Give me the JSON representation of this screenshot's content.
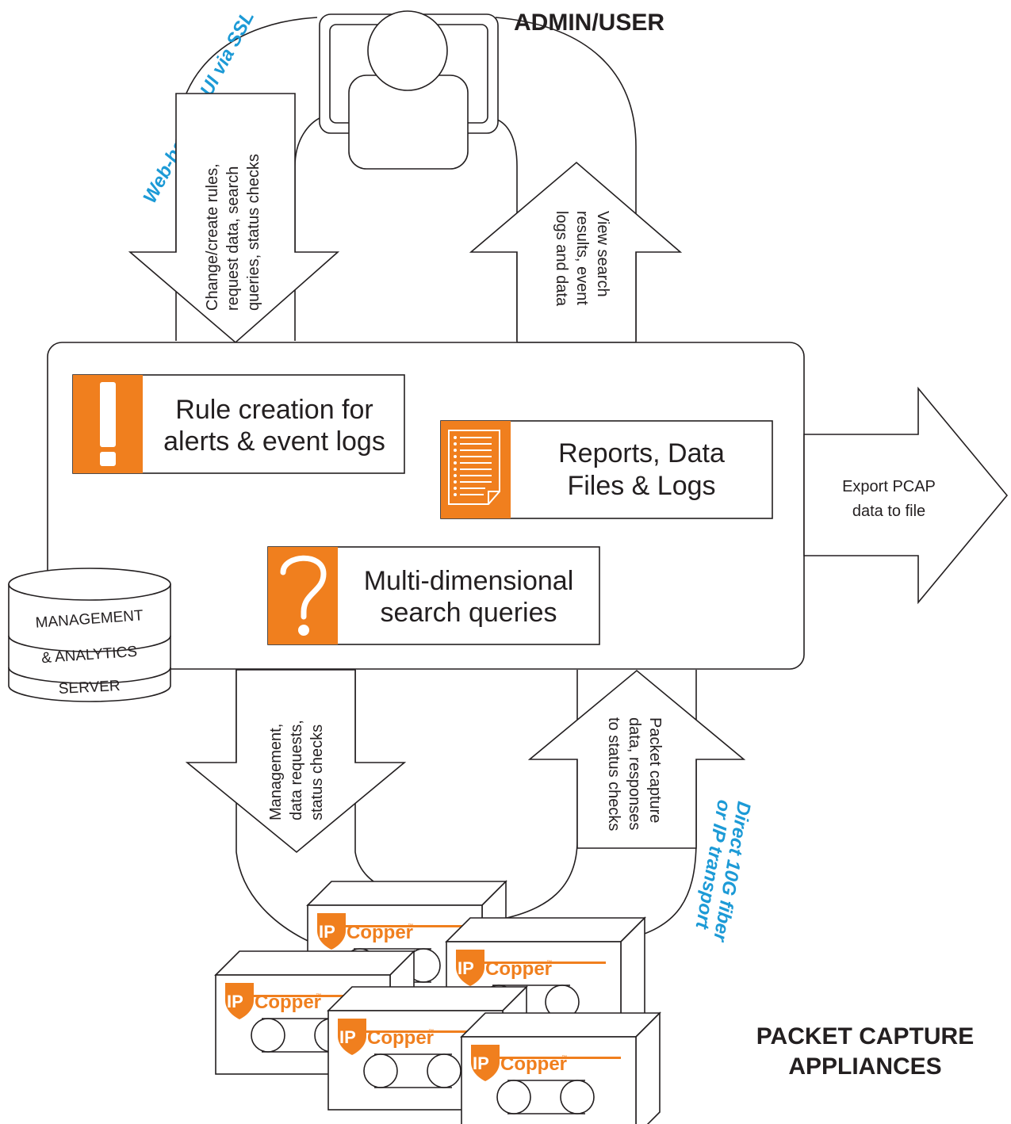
{
  "colors": {
    "accent_orange": "#f07f1e",
    "accent_blue": "#1c9ad6",
    "line": "#231f20"
  },
  "icons": {
    "user": "person-silhouette-icon",
    "alert": "exclamation-icon",
    "reports": "document-list-icon",
    "search": "question-mark-icon",
    "server": "database-cylinder-icon",
    "appliance": "appliance-box-icon"
  },
  "headings": {
    "admin_user": "ADMIN/USER",
    "appliances_line1": "PACKET CAPTURE",
    "appliances_line2": "APPLIANCES"
  },
  "channels": {
    "top_link": "Web-based GUI via SSL",
    "bottom_link_line1": "Direct 10G fiber",
    "bottom_link_line2": "or IP transport"
  },
  "arrows": {
    "user_down": [
      "Change/create rules,",
      "request data, search",
      "queries, status checks"
    ],
    "user_up": [
      "View search",
      "results, event",
      "logs and data"
    ],
    "export": [
      "Export PCAP",
      "data to file"
    ],
    "appliance_down": [
      "Management,",
      "data requests,",
      "status checks"
    ],
    "appliance_up": [
      "Packet capture",
      "data, responses",
      "to status checks"
    ]
  },
  "features": {
    "rules": [
      "Rule creation for",
      "alerts & event logs"
    ],
    "reports": [
      "Reports, Data",
      "Files & Logs"
    ],
    "search": [
      "Multi-dimensional",
      "search queries"
    ]
  },
  "server": {
    "line1": "MANAGEMENT",
    "line2": "& ANALYTICS",
    "line3": "SERVER"
  },
  "appliance_logo": {
    "badge": "IP",
    "brand": "Copper",
    "tm": "™"
  }
}
